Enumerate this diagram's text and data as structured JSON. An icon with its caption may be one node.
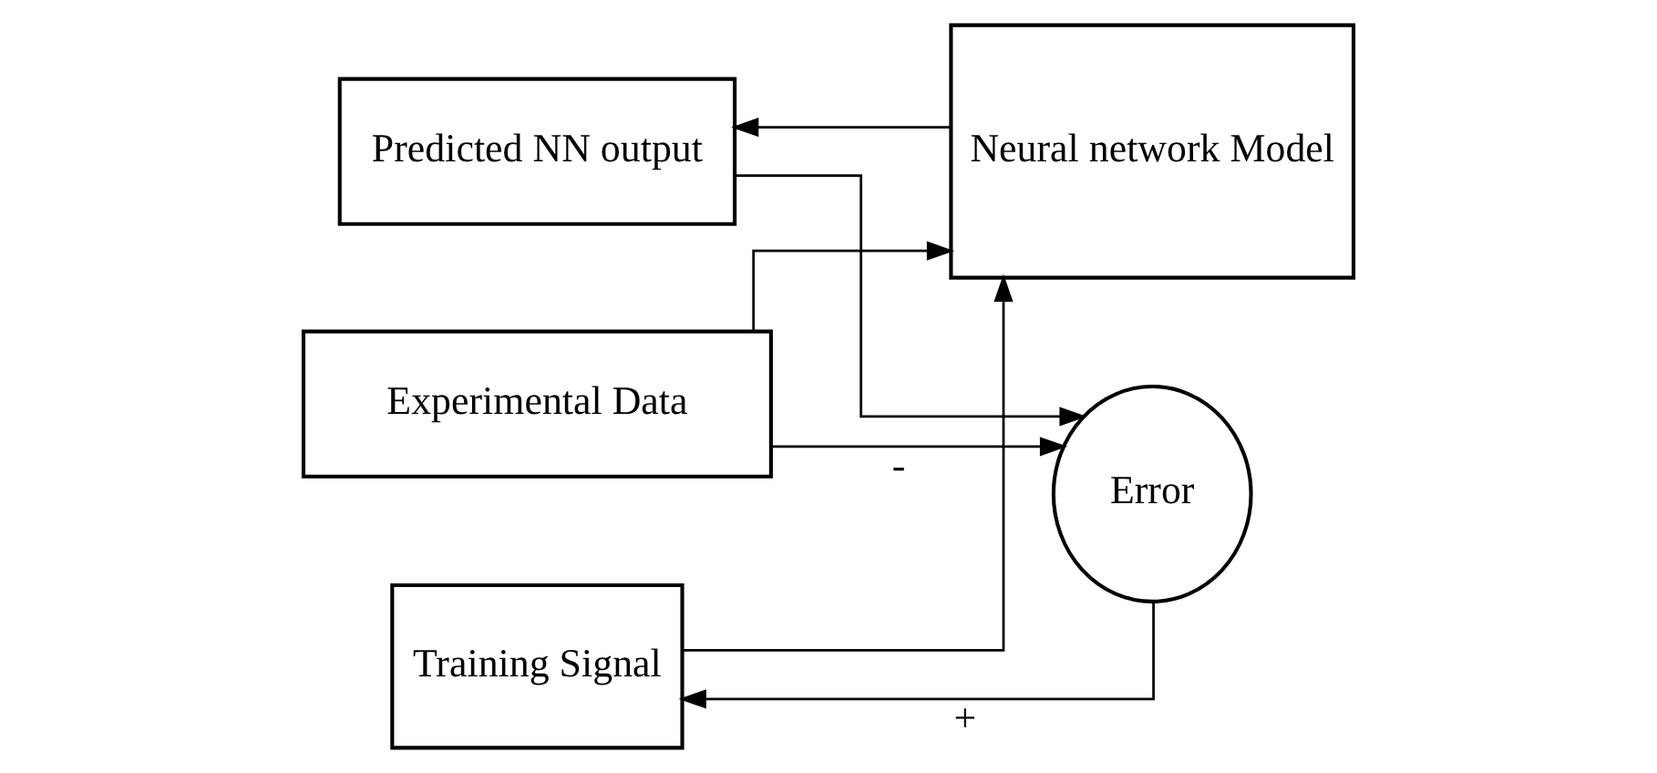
{
  "diagram": {
    "nodes": [
      {
        "text": [
          "Experimental Data"
        ]
      },
      {
        "text": [
          "Neural network Model"
        ]
      },
      {
        "text": [
          "Predicted NN output"
        ]
      },
      {
        "text": [
          "Error"
        ]
      },
      {
        "text": [
          "Training Signal"
        ]
      }
    ],
    "edges": [
      {
        "from": 0,
        "to": 1,
        "arrow": "to"
      },
      {
        "from": 0,
        "to": 3,
        "arrow": "to",
        "label": "-"
      },
      {
        "from": 1,
        "to": 2,
        "arrow": "to"
      },
      {
        "from": 2,
        "to": 3,
        "arrow": "to"
      },
      {
        "from": 3,
        "to": 4,
        "arrow": "to",
        "label": "+"
      },
      {
        "from": 4,
        "to": 1,
        "arrow": "to"
      }
    ]
  }
}
